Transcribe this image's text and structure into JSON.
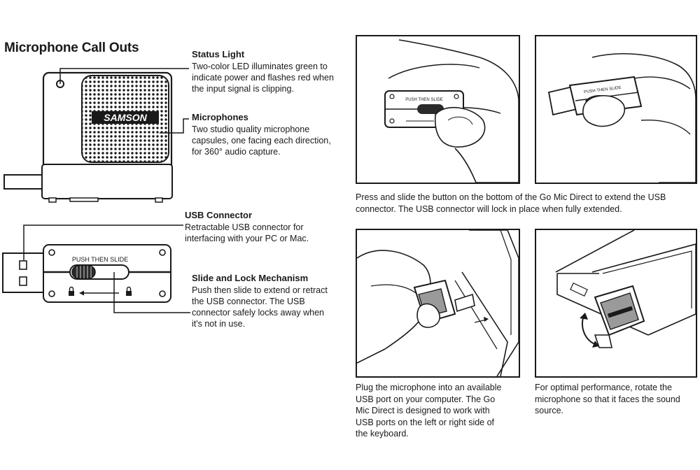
{
  "title": "Microphone Call Outs",
  "callouts": {
    "status_light": {
      "heading": "Status Light",
      "lines": [
        "Two-color LED illuminates green to",
        "indicate power and flashes red when",
        "the input signal is clipping."
      ]
    },
    "microphones": {
      "heading": "Microphones",
      "lines": [
        "Two studio quality microphone",
        "capsules, one facing each direction,",
        "for 360° audio capture."
      ]
    },
    "usb_connector": {
      "heading": "USB Connector",
      "lines": [
        "Retractable USB connector for",
        "interfacing with your PC or Mac."
      ]
    },
    "slide_lock": {
      "heading": "Slide and Lock Mechanism",
      "lines": [
        "Push then slide to extend or retract",
        "the USB connector. The USB",
        "connector safely locks away when",
        "it's not in use."
      ]
    }
  },
  "device": {
    "brand": "SAMSON",
    "slider_label": "PUSH THEN SLIDE"
  },
  "photos": {
    "p1_label": "PUSH THEN SLIDE",
    "p2_label": "PUSH THEN SLIDE"
  },
  "captions": {
    "top": [
      "Press and slide the button on the bottom of the Go Mic Direct to extend the USB",
      "connector. The USB connector will lock in place when fully extended."
    ],
    "bottom_left": [
      "Plug the microphone into an available",
      "USB port on your computer. The Go",
      "Mic Direct is designed to work with",
      "USB ports on the left or right side of",
      "the keyboard."
    ],
    "bottom_right": [
      "For optimal performance, rotate the",
      "microphone so that it faces the sound",
      "source."
    ]
  },
  "colors": {
    "ink": "#1a1a1a",
    "line": "#222222",
    "grey": "#9a9a9a"
  }
}
